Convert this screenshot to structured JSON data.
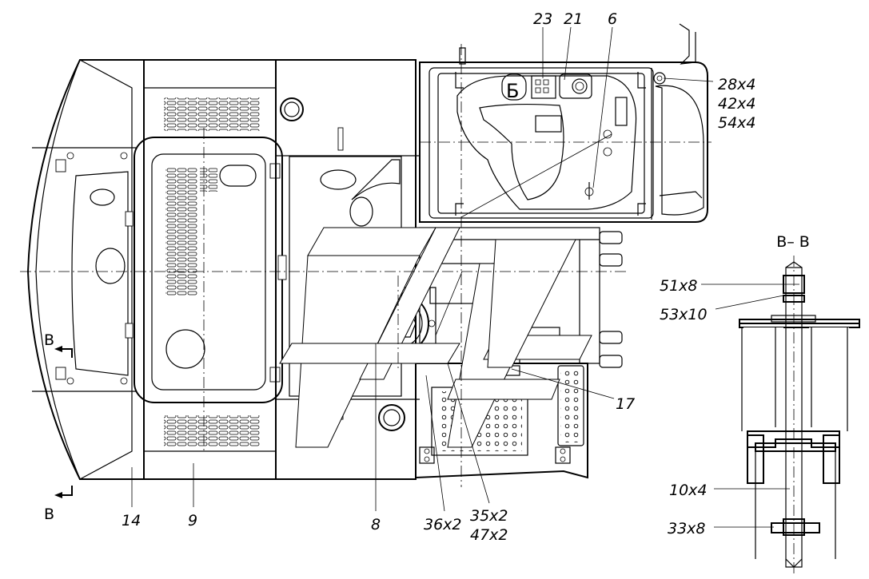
{
  "section_title": "B– B",
  "section_markers": {
    "upper": "B",
    "lower": "B"
  },
  "sticker_letter": "Б",
  "callouts": {
    "c23": "23",
    "c21": "21",
    "c6": "6",
    "c28": "28x4",
    "c42": "42x4",
    "c54": "54x4",
    "c51": "51x8",
    "c53": "53x10",
    "c17": "17",
    "c10": "10x4",
    "c33": "33x8",
    "c14": "14",
    "c9": "9",
    "c8": "8",
    "c36": "36x2",
    "c35": "35x2",
    "c47": "47x2"
  }
}
